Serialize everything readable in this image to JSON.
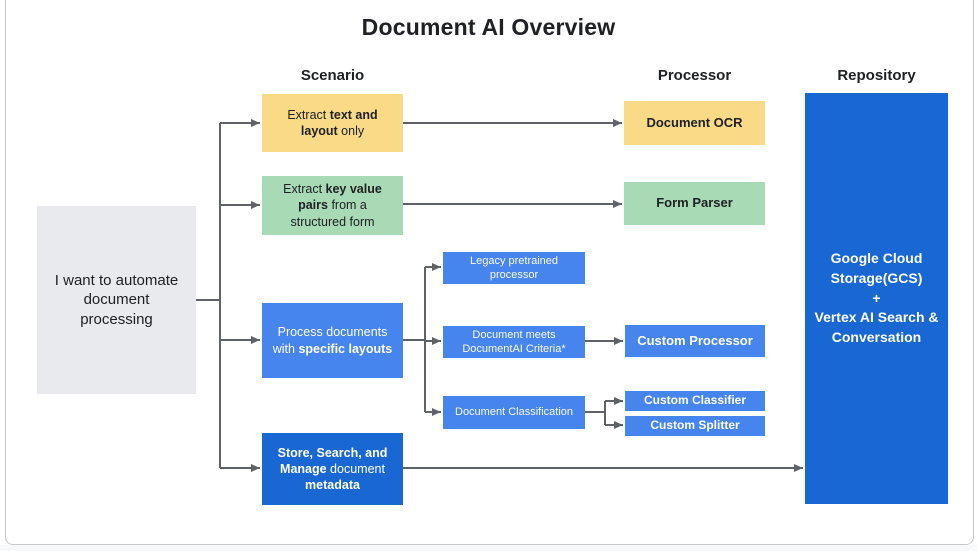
{
  "title": "Document AI Overview",
  "columns": {
    "scenario": "Scenario",
    "processor": "Processor",
    "repository": "Repository"
  },
  "nodes": {
    "start": {
      "label": "I want to automate\ndocument\nprocessing"
    },
    "extract_text": {
      "segments": [
        {
          "t": "Extract ",
          "b": false
        },
        {
          "t": "text and layout",
          "b": true
        },
        {
          "t": " only",
          "b": false
        }
      ]
    },
    "extract_kv": {
      "segments": [
        {
          "t": "Extract ",
          "b": false
        },
        {
          "t": "key value pairs",
          "b": true
        },
        {
          "t": " from a structured form",
          "b": false
        }
      ]
    },
    "process_docs": {
      "segments": [
        {
          "t": "Process documents with ",
          "b": false
        },
        {
          "t": "specific layouts",
          "b": true
        }
      ]
    },
    "store_search": {
      "segments": [
        {
          "t": "Store, Search, and Manage",
          "b": true
        },
        {
          "t": " document ",
          "b": false
        },
        {
          "t": "metadata",
          "b": true
        }
      ]
    },
    "legacy": {
      "label": "Legacy pretrained processor"
    },
    "doc_meets": {
      "label": "Document meets DocumentAI Criteria*"
    },
    "doc_class": {
      "label": "Document Classification"
    },
    "ocr": {
      "label": "Document OCR"
    },
    "form_parser": {
      "label": "Form Parser"
    },
    "custom_processor": {
      "label": "Custom Processor"
    },
    "custom_classifier": {
      "label": "Custom Classifier"
    },
    "custom_splitter": {
      "label": "Custom Splitter"
    },
    "repository": {
      "label": "Google Cloud\nStorage(GCS)\n+\nVertex AI Search &\nConversation"
    }
  },
  "colors": {
    "yellow": "#F9DB87",
    "green": "#A8DAB5",
    "blue": "#4684EE",
    "darkblue": "#1967D2",
    "gray": "#E8EAED",
    "arrow": "#5F6368",
    "textdark": "#202124",
    "frame": "#C7CACD",
    "offwhite": "#F8F9FA"
  }
}
